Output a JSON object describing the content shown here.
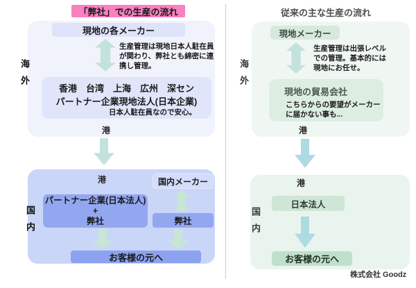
{
  "palette": {
    "accent_pink": "#fa80c0",
    "lavender_container": "#f1f3fc",
    "blue_container": "#c9d6f8",
    "mint_container": "#f0f7f3",
    "medium_blue_box": "#93a7f1",
    "teal_arrow": "#c4e2dc",
    "green_arrow": "#c8e5d5",
    "blue_arrow": "#aedae3"
  },
  "left_flow": {
    "title": "「弊社」での生産の流れ",
    "overseas": {
      "region_label": "海外",
      "maker_box": "現地の各メーカー",
      "management_note": "生産管理は現地日本人駐在員\nが関わり、弊社とも綿密に連\n携し管理。",
      "cities": "香港　台湾　上海　広州　深セン",
      "partner_name": "パートナー企業現地法人(日本企業)",
      "partner_note": "日本人駐在員なので安心。",
      "port_label": "港"
    },
    "domestic": {
      "region_label": "国内",
      "port_label": "港",
      "domestic_maker_box": "国内メーカー",
      "partner_company_box": "パートナー企業(日本法人)\n+\n弊社",
      "our_company_box": "弊社",
      "customer_box": "お客様の元へ"
    }
  },
  "right_flow": {
    "title": "従来の主な生産の流れ",
    "overseas": {
      "region_label": "海外",
      "maker_box": "現地メーカー",
      "management_note": "生産管理は出張レベル\nでの管理。基本的には\n現地にお任せ。",
      "trading_company": "現地の貿易会社",
      "trading_note": "こちらからの要望がメーカー\nに届かない事も...",
      "port_label": "港"
    },
    "domestic": {
      "region_label": "国内",
      "port_label": "港",
      "japan_corp_box": "日本法人",
      "customer_box": "お客様の元へ"
    }
  },
  "footer": {
    "credit": "株式会社 Goodz"
  }
}
